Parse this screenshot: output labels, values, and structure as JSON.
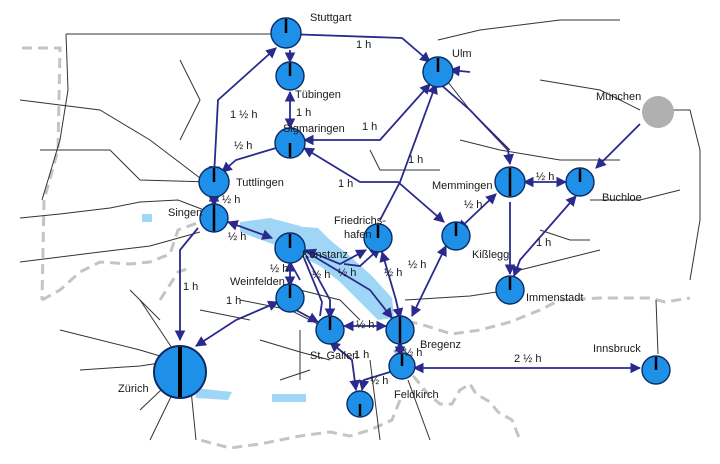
{
  "colors": {
    "clock_fill": "#1e90e8",
    "clock_edge": "#0b2a66",
    "hub_fill": "#b0b0b0",
    "route_line": "#2a2a8c",
    "lake": "#9fd5f5",
    "border": "#c0c0c0",
    "rail": "#333333"
  },
  "cities": [
    {
      "id": "stuttgart",
      "label": "Stuttgart"
    },
    {
      "id": "tuebingen",
      "label": "Tübingen"
    },
    {
      "id": "ulm",
      "label": "Ulm"
    },
    {
      "id": "muenchen",
      "label": "München"
    },
    {
      "id": "sigmaringen",
      "label": "Sigmaringen"
    },
    {
      "id": "tuttlingen",
      "label": "Tuttlingen"
    },
    {
      "id": "singen",
      "label": "Singen"
    },
    {
      "id": "memmingen",
      "label": "Memmingen"
    },
    {
      "id": "buchloe",
      "label": "Buchloe"
    },
    {
      "id": "friedrichshafen",
      "label": "Friedrichs-\nhafen"
    },
    {
      "id": "kisslegg",
      "label": "Kißlegg"
    },
    {
      "id": "konstanz",
      "label": "Konstanz"
    },
    {
      "id": "weinfelden",
      "label": "Weinfelden"
    },
    {
      "id": "immenstadt",
      "label": "Immenstadt"
    },
    {
      "id": "stgallen",
      "label": "St. Gallen"
    },
    {
      "id": "bregenz",
      "label": "Bregenz"
    },
    {
      "id": "innsbruck",
      "label": "Innsbruck"
    },
    {
      "id": "zuerich",
      "label": "Zürich"
    },
    {
      "id": "feldkirch",
      "label": "Feldkirch"
    }
  ],
  "travel_times": [
    {
      "id": "stuttgart-ulm",
      "text": "1 h"
    },
    {
      "id": "stuttgart-tuttlingen",
      "text": "1 ½ h"
    },
    {
      "id": "tuebingen-sigmaringen",
      "text": "1 h"
    },
    {
      "id": "sigmaringen-tuttlingen",
      "text": "½ h"
    },
    {
      "id": "sigmaringen-ulm",
      "text": "1 h"
    },
    {
      "id": "sigmaringen-kisslegg",
      "text": "1 h"
    },
    {
      "id": "fhafen-ulm",
      "text": "1 h"
    },
    {
      "id": "tuttlingen-singen",
      "text": "½ h"
    },
    {
      "id": "singen-konstanz",
      "text": "½ h"
    },
    {
      "id": "memmingen-buchloe",
      "text": "½ h"
    },
    {
      "id": "memmingen-kisslegg",
      "text": "½ h"
    },
    {
      "id": "buchloe-immenstadt",
      "text": "1 h"
    },
    {
      "id": "konstanz-weinfelden",
      "text": "½ h"
    },
    {
      "id": "konstanz-fhafen",
      "text": "½ h"
    },
    {
      "id": "singen-zuerich",
      "text": "1 h"
    },
    {
      "id": "weinfelden-zuerich",
      "text": "1 h"
    },
    {
      "id": "weinfelden-stgallen",
      "text": "½ h"
    },
    {
      "id": "fhafen-bregenz",
      "text": "½ h"
    },
    {
      "id": "bregenz-kisslegg",
      "text": "½ h"
    },
    {
      "id": "stgallen-bregenz",
      "text": "½ h"
    },
    {
      "id": "bregenz-feldkirch",
      "text": "½ h"
    },
    {
      "id": "stgallen-buchs",
      "text": "1 h"
    },
    {
      "id": "feldkirch-buchs",
      "text": "½ h"
    },
    {
      "id": "feldkirch-innsbruck",
      "text": "2 ½ h"
    }
  ]
}
